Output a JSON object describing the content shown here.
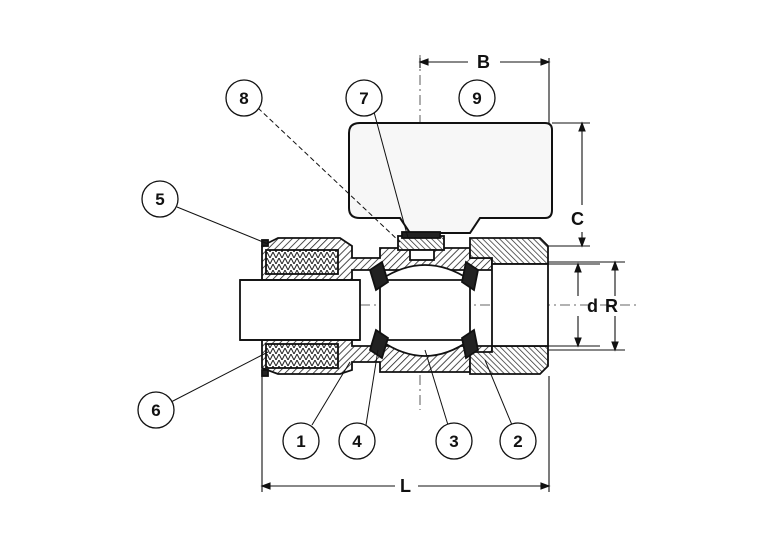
{
  "dimensions": {
    "B": "B",
    "C": "C",
    "d": "d",
    "R": "R",
    "L": "L"
  },
  "callouts": {
    "c1": "1",
    "c2": "2",
    "c3": "3",
    "c4": "4",
    "c5": "5",
    "c6": "6",
    "c7": "7",
    "c8": "8",
    "c9": "9"
  },
  "colors": {
    "line": "#111111",
    "hatch": "#222222",
    "handle_fill": "#f5f5f5",
    "background": "#ffffff"
  }
}
